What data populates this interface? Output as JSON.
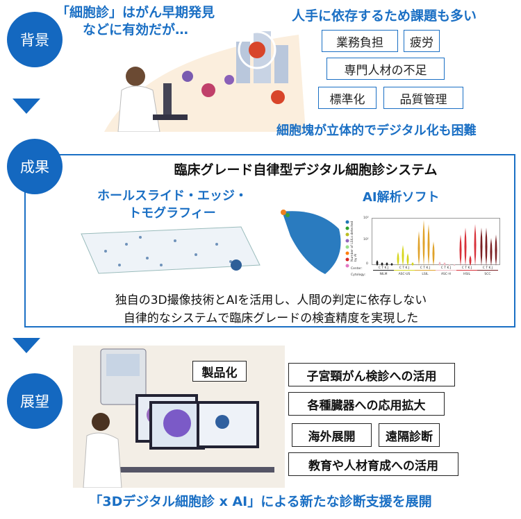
{
  "background": {
    "badge": "背景",
    "headline": [
      "「細胞診」はがん早期発見",
      "などに有効だが…"
    ],
    "issues_title": "人手に依存するため課題も多い",
    "issues": [
      "業務負担",
      "疲労",
      "専門人材の不足",
      "標準化",
      "品質管理"
    ],
    "issues_footer": "細胞塊が立体的でデジタル化も困難"
  },
  "results": {
    "badge": "成果",
    "title": "臨床グレード自律型デジタル細胞診システム",
    "tech_label": [
      "ホールスライド・エッジ・",
      "トモグラフィー"
    ],
    "ai_label": "AI解析ソフト",
    "chart": {
      "ylabel": "Number of LSILs detected by AI",
      "yticks": [
        "10³",
        "10²",
        "0"
      ],
      "center_label": "Center:",
      "center_codes": [
        "C",
        "T",
        "K",
        "J"
      ],
      "cytology_label": "Cytology:",
      "cytology": [
        "NILM",
        "ASC-US",
        "LSIL",
        "ASC-H",
        "HSIL",
        "SCC"
      ],
      "colors": [
        "#222222",
        "#d6d61e",
        "#e0a22a",
        "#f0b8c0",
        "#d8313a",
        "#7a1f22"
      ]
    },
    "description": [
      "独自の3D撮像技術とAIを活用し、人間の判定に依存しない",
      "自律的なシステムで臨床グレードの検査精度を実現した"
    ]
  },
  "outlook": {
    "badge": "展望",
    "product": "製品化",
    "items": [
      "子宮頸がん検診への活用",
      "各種臓器への応用拡大",
      "海外展開",
      "遠隔診断",
      "教育や人材育成への活用"
    ],
    "footer": "「3Dデジタル細胞診 x AI」による新たな診断支援を展開"
  }
}
